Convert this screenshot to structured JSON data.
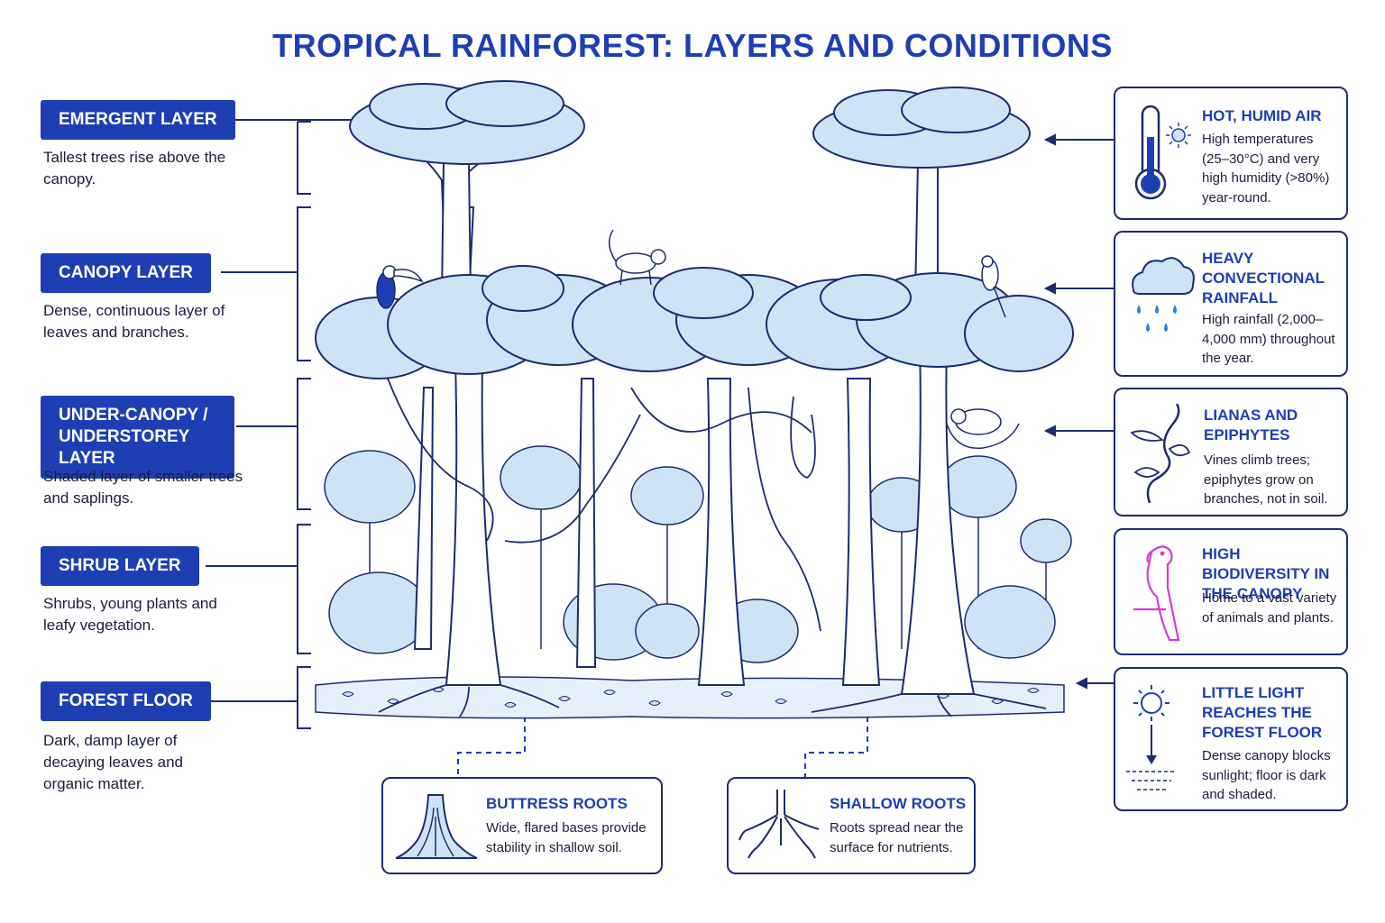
{
  "title": "TROPICAL RAINFOREST: LAYERS AND CONDITIONS",
  "layers": [
    {
      "name": "EMERGENT LAYER",
      "desc": "Tallest trees rise above the canopy."
    },
    {
      "name": "CANOPY LAYER",
      "desc": "Dense, continuous layer of leaves and branches."
    },
    {
      "name": "UNDER-CANOPY / UNDERSTOREY LAYER",
      "desc": "Shaded layer of smaller trees and saplings."
    },
    {
      "name": "SHRUB LAYER",
      "desc": "Shrubs, young plants and leafy vegetation."
    },
    {
      "name": "FOREST FLOOR",
      "desc": "Dark, damp layer of decaying leaves and organic matter."
    }
  ],
  "conditions": [
    {
      "title": "HOT, HUMID AIR",
      "desc": "High temperatures (25–30°C) and very high humidity (>80%) year-round.",
      "icon": "thermometer-sun-icon"
    },
    {
      "title": "HEAVY CONVECTIONAL RAINFALL",
      "desc": "High rainfall (2,000–4,000 mm) throughout the year.",
      "icon": "rain-cloud-icon"
    },
    {
      "title": "LIANAS AND EPIPHYTES",
      "desc": "Vines climb trees; epiphytes grow on branches, not in soil.",
      "icon": "vine-icon"
    },
    {
      "title": "HIGH BIODIVERSITY IN THE CANOPY",
      "desc": "Home to a vast variety of animals and plants.",
      "icon": "parrot-icon"
    },
    {
      "title": "LITTLE LIGHT REACHES THE FOREST FLOOR",
      "desc": "Dense canopy blocks sunlight; floor is dark and shaded.",
      "icon": "sun-arrow-icon"
    }
  ],
  "roots": [
    {
      "title": "BUTTRESS ROOTS",
      "desc": "Wide, flared bases provide stability in shallow soil.",
      "icon": "buttress-root-icon"
    },
    {
      "title": "SHALLOW ROOTS",
      "desc": "Roots spread near the surface for nutrients.",
      "icon": "shallow-root-icon"
    }
  ],
  "colors": {
    "accent": "#1d3fb3",
    "outline": "#1e2b6e",
    "foliage": "#cfe3f7",
    "biodiversity": "#d63bd6"
  }
}
